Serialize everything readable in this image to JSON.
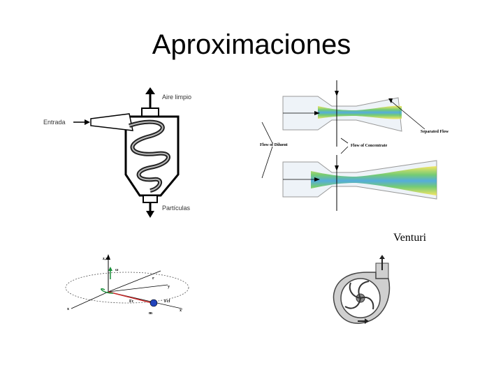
{
  "slide": {
    "title": "Aproximaciones"
  },
  "cyclone": {
    "labels": {
      "top": "Aire limpio",
      "left": "Entrada",
      "bottom": "Partículas"
    }
  },
  "venturi": {
    "caption": "Venturi",
    "labels": {
      "separated_flow": "Separated Flow",
      "flow_of_diluent": "Flow of Diluent",
      "flow_of_concentrate": "Flow of Concentrate"
    }
  },
  "rotation": {
    "labels": {
      "z_axis": "z,z'",
      "omega": "ω",
      "r_vector": "r",
      "y_axis": "y",
      "x_axis": "x",
      "x_prime": "x'",
      "fc": "Fc",
      "fcf": "Fcf",
      "m": "m"
    }
  },
  "pump": {}
}
